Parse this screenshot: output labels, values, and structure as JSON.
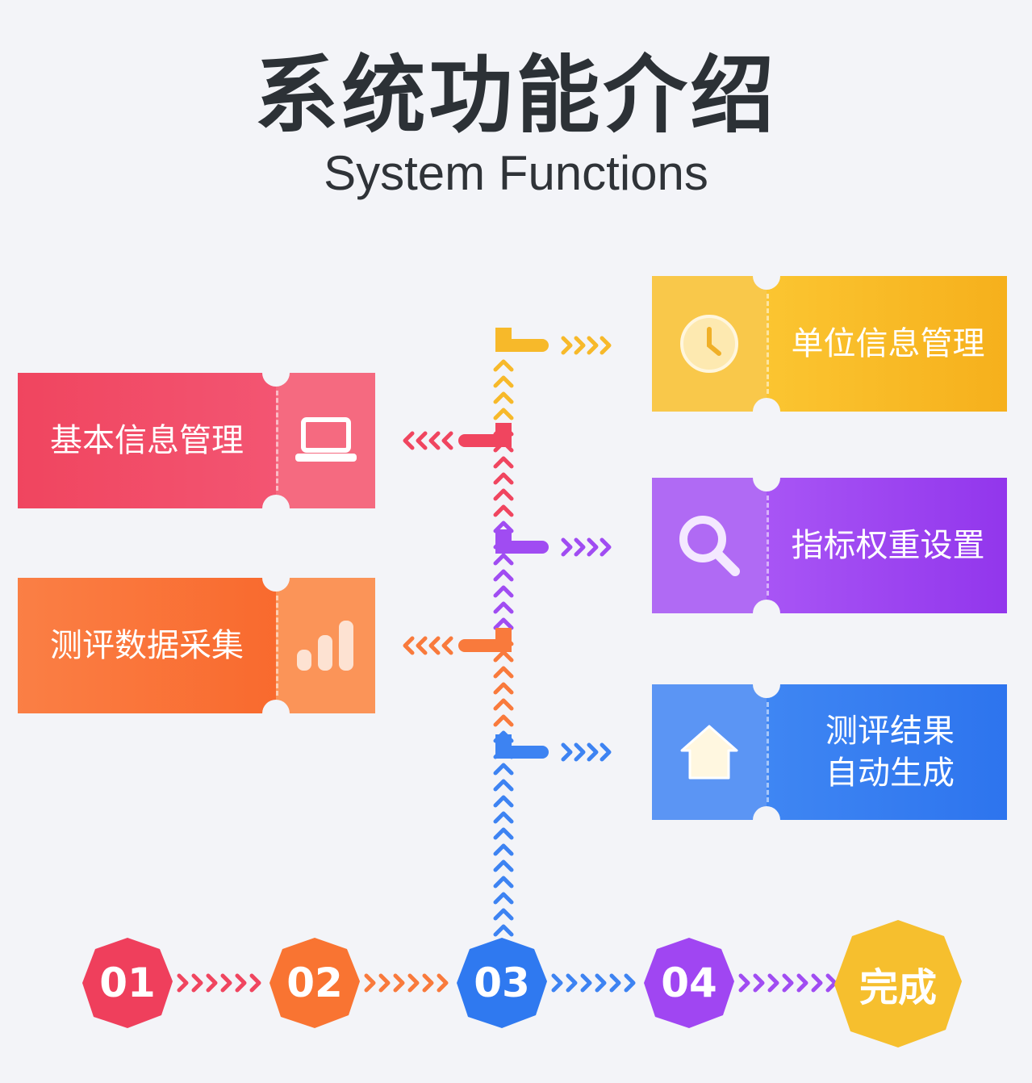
{
  "title": "系统功能介绍",
  "subtitle": "System Functions",
  "colors": {
    "red": "#f0455f",
    "orange": "#f97a3c",
    "yellow": "#f7b92a",
    "purple": "#a04cf2",
    "blue": "#3d83f2",
    "gold": "#f6bf2e"
  },
  "modules": {
    "basic_info": {
      "label": "基本信息管理",
      "icon": "laptop-icon"
    },
    "data_collect": {
      "label": "测评数据采集",
      "icon": "bar-chart-icon"
    },
    "unit_info": {
      "label": "单位信息管理",
      "icon": "clock-icon"
    },
    "index_weight": {
      "label": "指标权重设置",
      "icon": "search-icon"
    },
    "result_auto": {
      "label": "测评结果\n自动生成",
      "icon": "home-icon"
    }
  },
  "steps": [
    {
      "label": "01"
    },
    {
      "label": "02"
    },
    {
      "label": "03"
    },
    {
      "label": "04"
    },
    {
      "label": "完成"
    }
  ]
}
